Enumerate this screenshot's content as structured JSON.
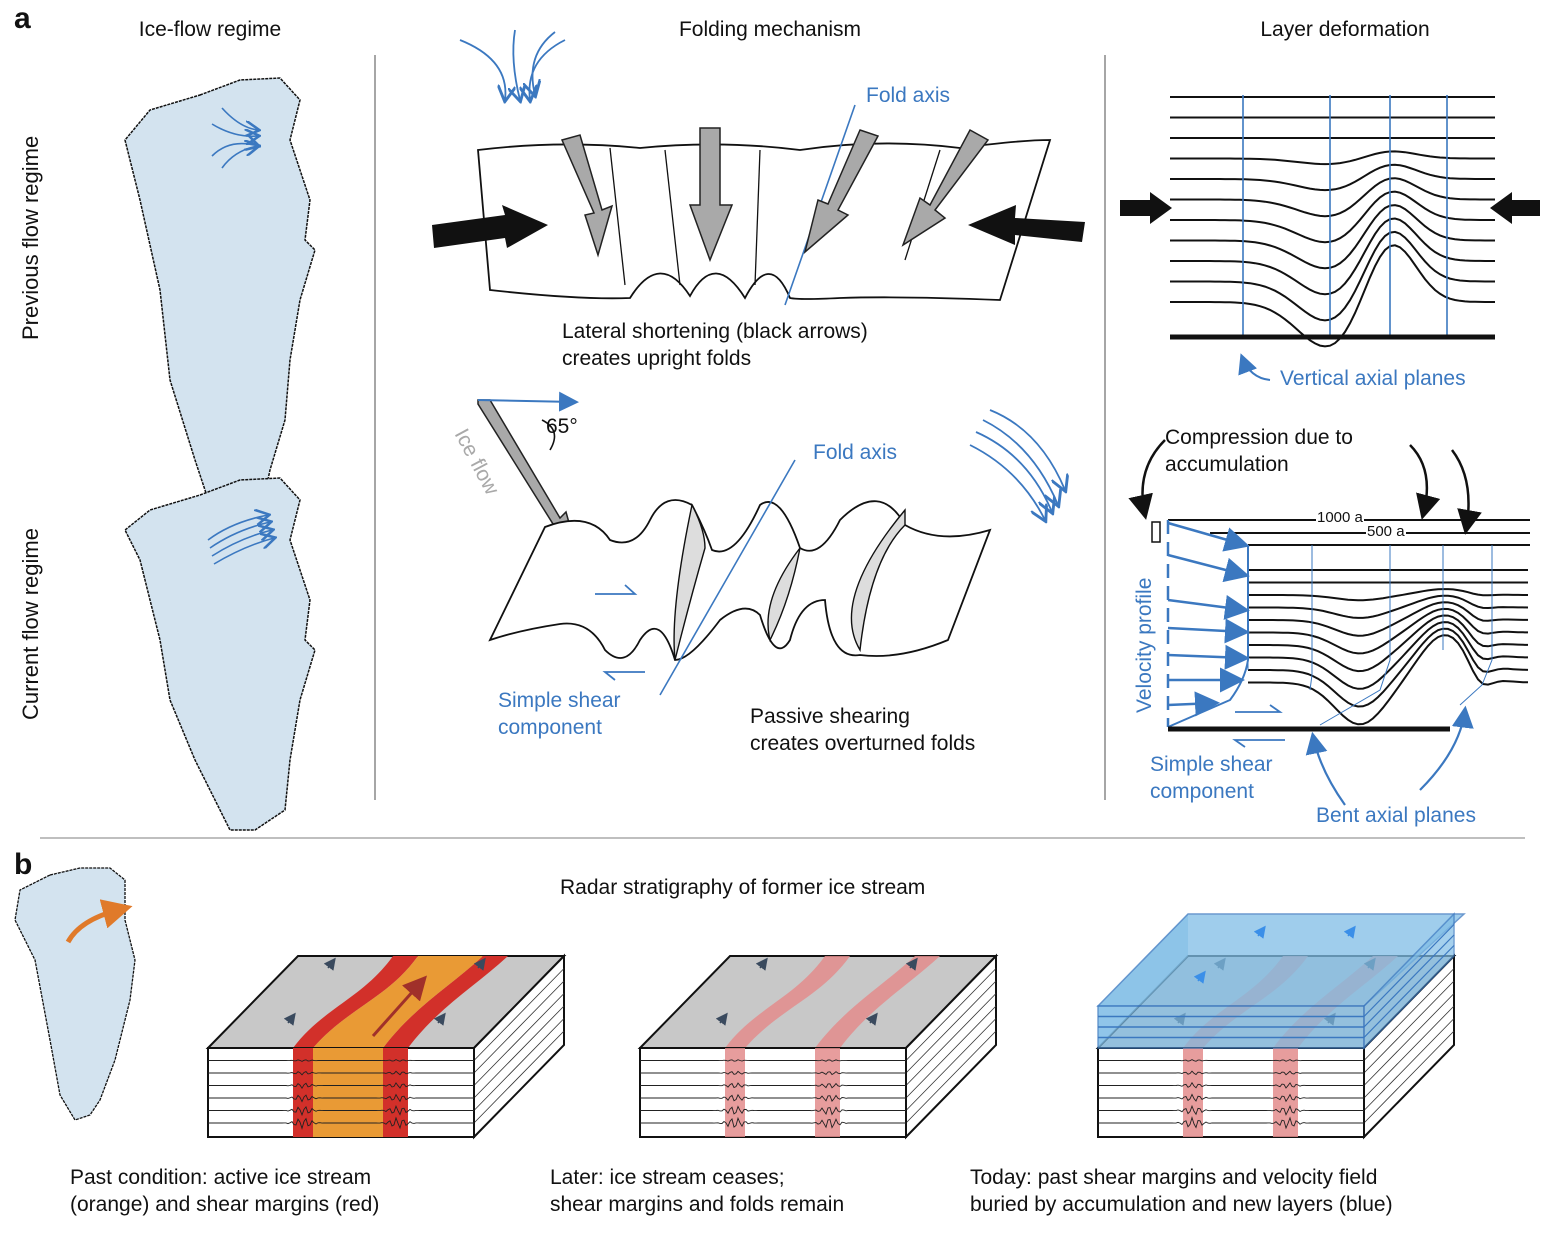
{
  "panel_a": {
    "label": "a",
    "columns": {
      "ice_flow_regime": "Ice-flow regime",
      "folding_mechanism": "Folding mechanism",
      "layer_deformation": "Layer deformation"
    },
    "rows": {
      "previous": "Previous flow regime",
      "current": "Current flow regime"
    },
    "upper_fold": {
      "fold_axis": "Fold axis",
      "caption": "Lateral shortening (black arrows)\ncreates upright folds"
    },
    "lower_fold": {
      "angle": "65°",
      "ice_flow": "Ice flow",
      "fold_axis": "Fold axis",
      "shear_label": "Simple shear\ncomponent",
      "caption": "Passive shearing\ncreates overturned folds"
    },
    "upper_layers": {
      "label": "Vertical axial planes"
    },
    "lower_layers": {
      "compression": "Compression due to\naccumulation",
      "age_1000": "1000 a",
      "age_500": "500 a",
      "velocity_profile": "Velocity profile",
      "shear_label": "Simple shear\ncomponent",
      "bent_planes": "Bent axial planes"
    }
  },
  "panel_b": {
    "label": "b",
    "title": "Radar stratigraphy of former ice stream",
    "captions": [
      "Past condition: active ice stream\n(orange) and shear margins (red)",
      "Later: ice stream ceases;\nshear margins and folds remain",
      "Today: past shear margins and velocity field\nburied by accumulation and new layers (blue)"
    ]
  },
  "colors": {
    "accent_blue": "#3b78c0",
    "ice_fill": "#d3e3ef",
    "arrow_gray": "#a9a9a9",
    "orange": "#e99a35",
    "red": "#d2302a",
    "pink": "#e38c8c",
    "new_layer_blue": "#7fbde6"
  }
}
